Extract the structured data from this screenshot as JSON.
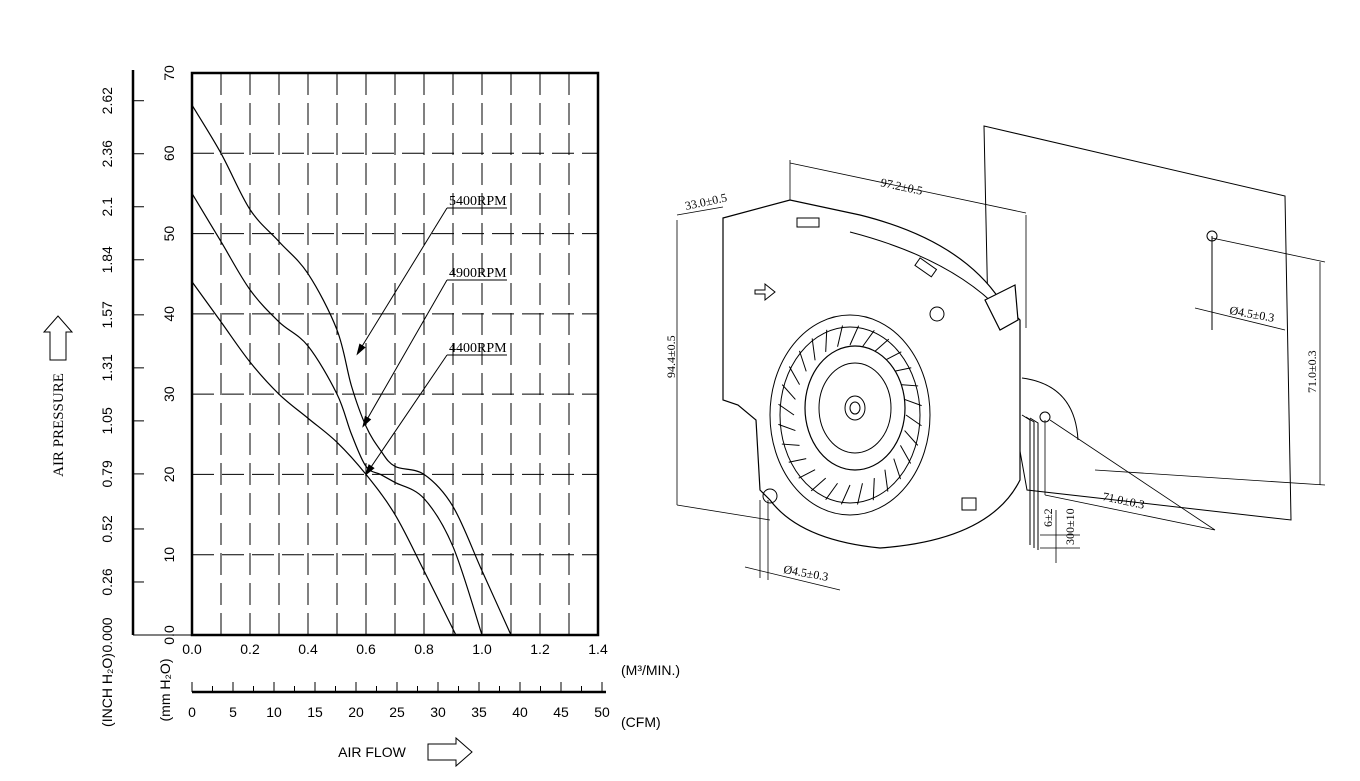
{
  "chart_data": {
    "type": "line",
    "x_unit_top": "(M³/MIN.)",
    "x_unit_bottom": "(CFM)",
    "xlabel": "AIR FLOW",
    "ylabel": "AIR PRESSURE",
    "y_unit_left": "(INCH H₂O)",
    "y_unit_right": "(mm H₂O)",
    "xlim": [
      0,
      1.4
    ],
    "ylim": [
      0,
      70
    ],
    "x_ticks": [
      "0.0",
      "0.2",
      "0.4",
      "0.6",
      "0.8",
      "1.0",
      "1.2",
      "1.4"
    ],
    "y_ticks_mm": [
      "0.0",
      "10",
      "20",
      "30",
      "40",
      "50",
      "60",
      "70"
    ],
    "y_ticks_inch": [
      "0.000",
      "0.26",
      "0.52",
      "0.79",
      "1.05",
      "1.31",
      "1.57",
      "1.84",
      "2.1",
      "2.36",
      "2.62"
    ],
    "cfm_ticks": [
      "0",
      "5",
      "10",
      "15",
      "20",
      "25",
      "30",
      "35",
      "40",
      "45",
      "50"
    ],
    "grid": true,
    "series": [
      {
        "name": "5400RPM",
        "x": [
          0.0,
          0.1,
          0.2,
          0.3,
          0.4,
          0.5,
          0.55,
          0.6,
          0.65,
          0.7,
          0.8,
          0.9,
          1.0,
          1.1
        ],
        "y": [
          66,
          60,
          53,
          49,
          45,
          38,
          31,
          26,
          23,
          21,
          20,
          16,
          8,
          0
        ]
      },
      {
        "name": "4900RPM",
        "x": [
          0.0,
          0.1,
          0.2,
          0.3,
          0.4,
          0.5,
          0.55,
          0.6,
          0.65,
          0.7,
          0.8,
          0.9,
          1.0
        ],
        "y": [
          55,
          49,
          43,
          39,
          36,
          30,
          25,
          21,
          20,
          19,
          17,
          11,
          0
        ]
      },
      {
        "name": "4400RPM",
        "x": [
          0.0,
          0.1,
          0.2,
          0.3,
          0.4,
          0.5,
          0.6,
          0.7,
          0.8,
          0.91
        ],
        "y": [
          44,
          39,
          34,
          30,
          27,
          24,
          20,
          15,
          8,
          0
        ]
      }
    ]
  },
  "drawing": {
    "dims": [
      "97.2±0.5",
      "33.0±0.5",
      "94.4±0.5",
      "Ø4.5±0.3",
      "71.0±0.3",
      "71.0±0.3",
      "6±2",
      "300±10",
      "Ø4.5±0.3"
    ]
  }
}
